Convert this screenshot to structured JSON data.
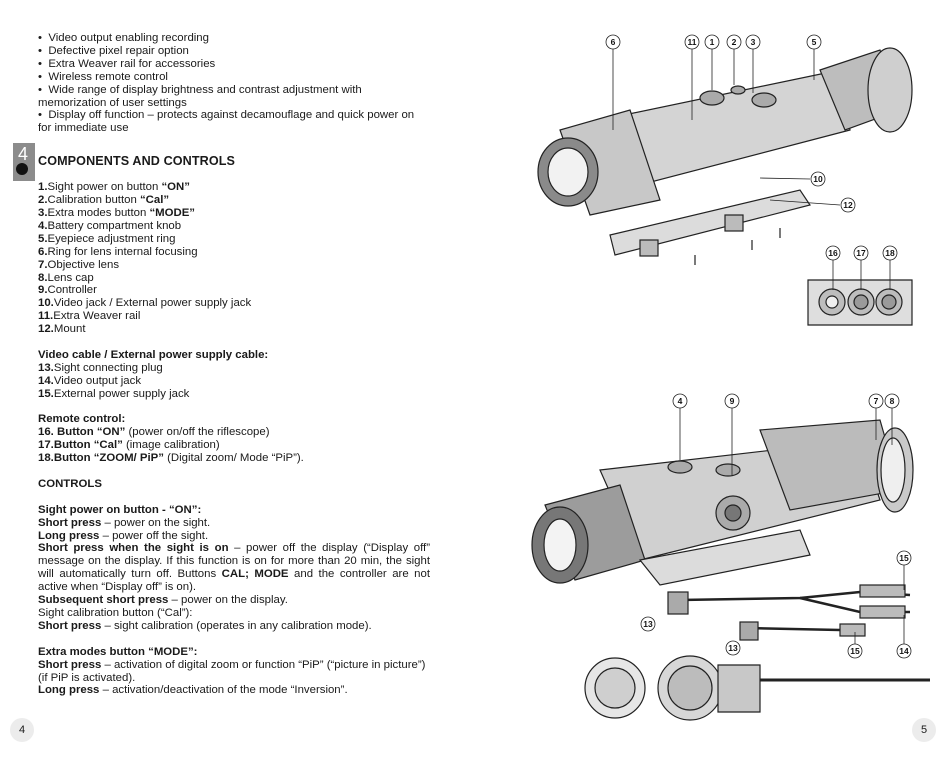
{
  "features": [
    "Video output enabling recording",
    "Defective pixel repair option",
    "Extra Weaver rail for accessories",
    "Wireless remote control",
    "Wide range of display brightness and contrast adjustment with memorization of user settings",
    "Display off function – protects against decamouflage and quick power on for immediate use"
  ],
  "section_tab": "4",
  "section_title": "COMPONENTS AND CONTROLS",
  "components": [
    {
      "n": "1.",
      "pre": "Sight power on button ",
      "b": "“ON”"
    },
    {
      "n": "2.",
      "pre": "Calibration button ",
      "b": "“Cal”"
    },
    {
      "n": "3.",
      "pre": "Extra modes button ",
      "b": "“MODE”"
    },
    {
      "n": "4.",
      "pre": "Battery compartment knob",
      "b": ""
    },
    {
      "n": "5.",
      "pre": "Eyepiece adjustment ring",
      "b": ""
    },
    {
      "n": "6.",
      "pre": "Ring for lens internal focusing",
      "b": ""
    },
    {
      "n": "7.",
      "pre": "Objective lens",
      "b": ""
    },
    {
      "n": "8.",
      "pre": "Lens cap",
      "b": ""
    },
    {
      "n": "9.",
      "pre": "Controller",
      "b": ""
    },
    {
      "n": "10.",
      "pre": "Video jack / External power supply jack",
      "b": ""
    },
    {
      "n": "11.",
      "pre": "Extra Weaver rail",
      "b": ""
    },
    {
      "n": "12.",
      "pre": "Mount",
      "b": ""
    }
  ],
  "cable_title": "Video cable / External power supply cable:",
  "cable_items": [
    {
      "n": "13.",
      "t": "Sight connecting plug"
    },
    {
      "n": "14.",
      "t": "Video output jack"
    },
    {
      "n": "15.",
      "t": "External power supply jack"
    }
  ],
  "remote_title": "Remote control:",
  "remote_items": [
    {
      "n": "16.",
      "b": " Button “ON”",
      "t": " (power on/off the riflescope)"
    },
    {
      "n": "17.",
      "b": "Button “Cal”",
      "t": " (image calibration)"
    },
    {
      "n": "18.",
      "b": "Button “ZOOM/ PiP”",
      "t": " (Digital zoom/ Mode “PiP”)."
    }
  ],
  "controls_title": "CONTROLS",
  "power": {
    "title": "Sight power on button - “ON”:",
    "short_b": "Short press",
    "short_t": " – power on the sight.",
    "long_b": "Long press",
    "long_t": " – power off the sight.",
    "while_b": "Short press when the sight is on",
    "while_t1": " – power off the display (“Display off” message on the display. If this function is on for more than 20 min, the sight will automatically turn off. Buttons ",
    "while_b2": "CAL; MODE",
    "while_t2": " and the controller are not active when “Display off” is on).",
    "sub_b": "Subsequent short press",
    "sub_t": " – power on the display."
  },
  "cal": {
    "title": "Sight calibration button (“Cal”):",
    "short_b": "Short press",
    "short_t": " – sight calibration (operates in any calibration mode)."
  },
  "mode": {
    "title": "Extra modes button “MODE”:",
    "short_b": "Short press",
    "short_t": " – activation of digital zoom or function “PiP” (“picture in picture”) (if PiP is activated).",
    "long_b": "Long press",
    "long_t": " – activation/deactivation of the mode “Inversion”."
  },
  "page_left": "4",
  "page_right": "5",
  "callouts_top": [
    "6",
    "11",
    "1",
    "2",
    "3",
    "5",
    "10",
    "12",
    "16",
    "17",
    "18"
  ],
  "callouts_bottom": [
    "4",
    "9",
    "7",
    "8",
    "15",
    "13",
    "13",
    "15",
    "14"
  ]
}
